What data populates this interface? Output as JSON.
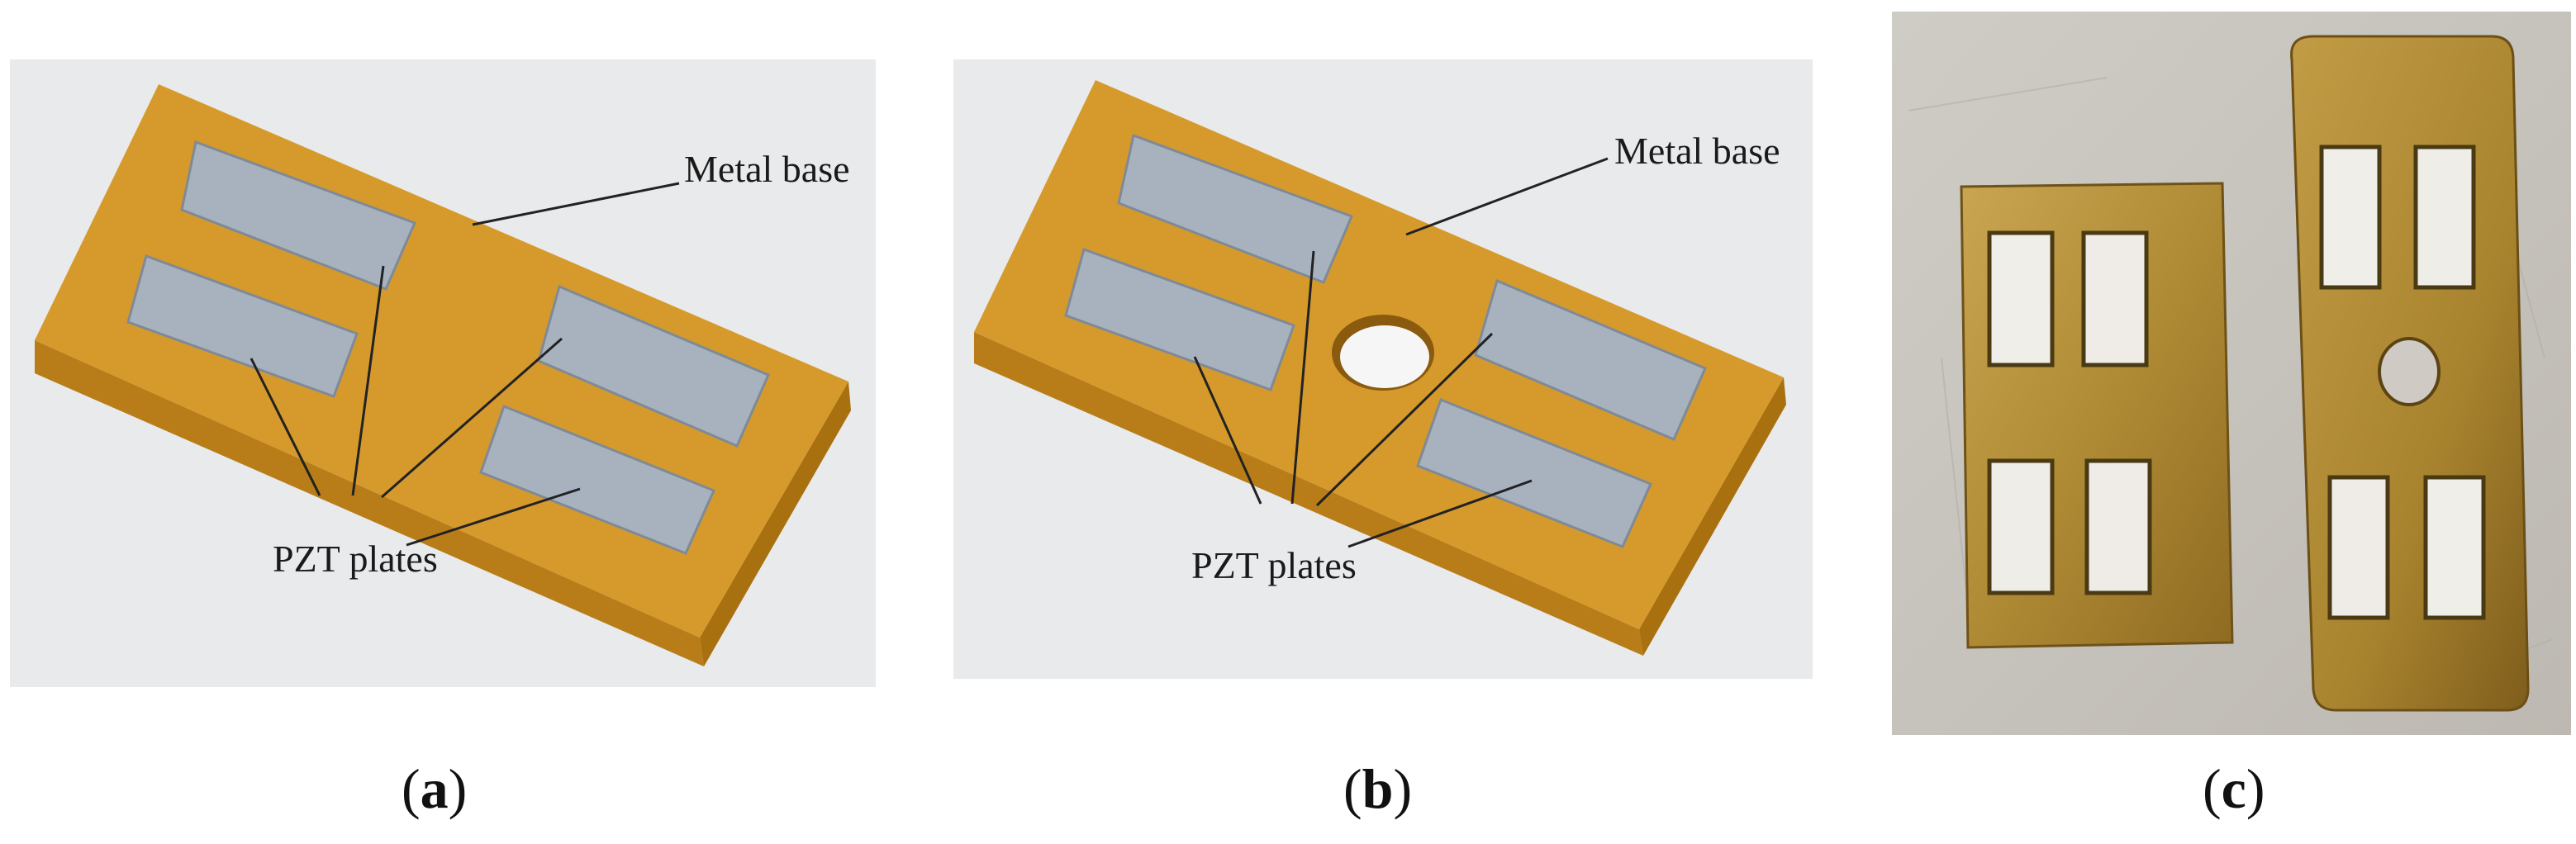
{
  "panels": [
    {
      "id": "a",
      "label_open": "(",
      "label_letter": "a",
      "label_close": ")",
      "callout_top": "Metal base",
      "callout_bottom": "PZT plates",
      "has_center_hole": false
    },
    {
      "id": "b",
      "label_open": "(",
      "label_letter": "b",
      "label_close": ")",
      "callout_top": "Metal base",
      "callout_bottom": "PZT plates",
      "has_center_hole": true
    },
    {
      "id": "c",
      "label_open": "(",
      "label_letter": "c",
      "label_close": ")",
      "content": "photograph of two brass bases with four bonded PZT plates each; the longer base has a central hole"
    }
  ],
  "colors": {
    "render_background": "#e9eaec",
    "metal_base_top": "#d69a2c",
    "metal_base_side": "#b87d18",
    "pzt_plate": "#a8b2bf",
    "pzt_plate_edge": "#7f8a97",
    "photo_background": "#c8c5bf",
    "brass": "#b9913d",
    "ceramic": "#efedea"
  }
}
